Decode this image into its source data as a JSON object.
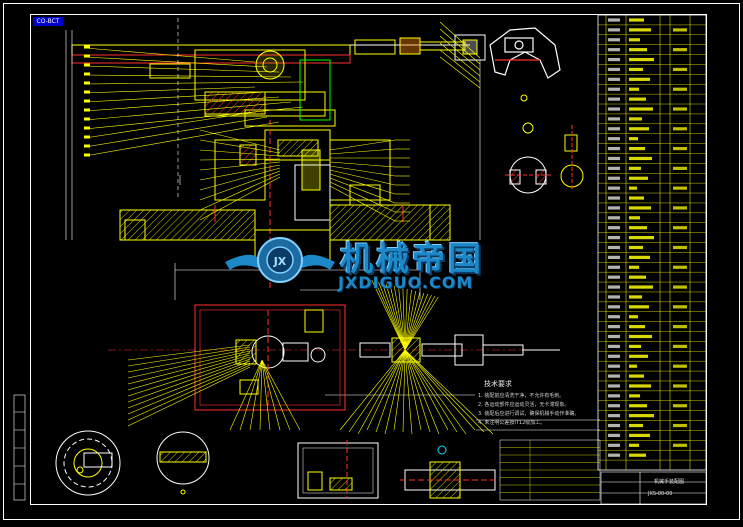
{
  "drawing": {
    "tag_label": "CO-BCT",
    "watermark": {
      "chinese": "机械帝国",
      "english": "JXDIGUO.COM",
      "logo_letters": "JX"
    },
    "tech_notes": {
      "title": "技术要求",
      "lines": [
        "1. 装配前应清洗干净，不允许有毛刺。",
        "2. 各运动部件应运动灵活，无卡滞现象。",
        "3. 装配后应进行调试，确保机械手动作准确。",
        "4. 未注明公差按IT12级加工。"
      ]
    },
    "title_block": {
      "name": "机械手装配图",
      "number": "JXS-00-00"
    },
    "colors": {
      "frame": "#ffffff",
      "line": "#ffff00",
      "accent": "#ff3030",
      "green": "#00ff00",
      "cyan": "#00e0ff",
      "watermark": "#1c88c8"
    }
  }
}
